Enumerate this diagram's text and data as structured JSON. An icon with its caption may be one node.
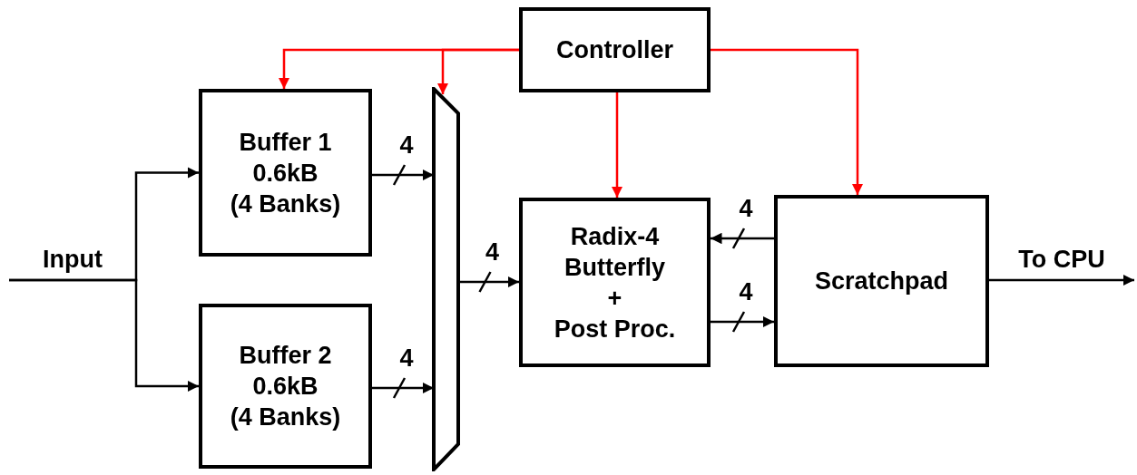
{
  "diagram": {
    "nodes": [
      {
        "text": [
          "Controller"
        ]
      },
      {
        "text": [
          "Buffer 1",
          "0.6kB",
          "(4 Banks)"
        ]
      },
      {
        "text": [
          "Buffer 2",
          "0.6kB",
          "(4 Banks)"
        ]
      },
      {
        "text": [],
        "shape": "trapezoid"
      },
      {
        "text": [
          "Radix-4 Butterfly",
          "+",
          "Post Proc."
        ]
      },
      {
        "text": [
          "Scratchpad"
        ]
      }
    ],
    "edges": [
      {
        "from": null,
        "to": 1,
        "arrow": "to",
        "label": "Input"
      },
      {
        "from": null,
        "to": 2,
        "arrow": "to"
      },
      {
        "from": 0,
        "to": 1,
        "arrow": "to",
        "color": "#ff0000"
      },
      {
        "from": 0,
        "to": 3,
        "arrow": "to",
        "color": "#ff0000"
      },
      {
        "from": 0,
        "to": 4,
        "arrow": "to",
        "color": "#ff0000"
      },
      {
        "from": 0,
        "to": 5,
        "arrow": "to",
        "color": "#ff0000"
      },
      {
        "from": 1,
        "to": 3,
        "arrow": "to",
        "label": "4"
      },
      {
        "from": 2,
        "to": 3,
        "arrow": "to",
        "label": "4"
      },
      {
        "from": 3,
        "to": 4,
        "arrow": "to",
        "label": "4"
      },
      {
        "from": 5,
        "to": 4,
        "arrow": "to",
        "label": "4"
      },
      {
        "from": 4,
        "to": 5,
        "arrow": "to",
        "label": "4"
      },
      {
        "from": 5,
        "to": null,
        "arrow": "to",
        "label": "To CPU"
      }
    ]
  }
}
